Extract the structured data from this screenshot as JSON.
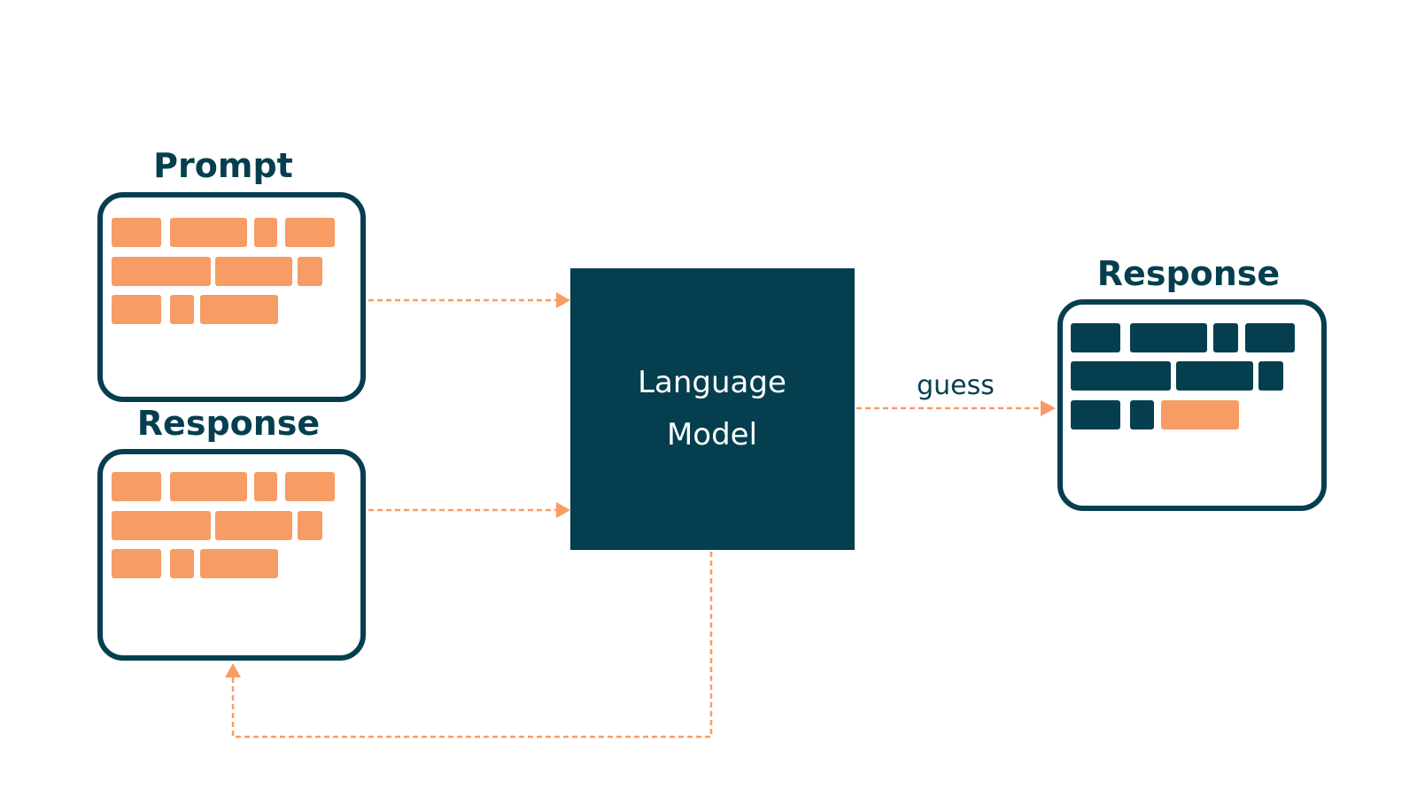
{
  "colors": {
    "dark": "#053f4f",
    "accent": "#f79c64",
    "background": "#ffffff"
  },
  "prompt": {
    "title": "Prompt"
  },
  "response_input": {
    "title": "Response"
  },
  "model": {
    "line1": "Language",
    "line2": "Model"
  },
  "edge_guess": {
    "label": "guess"
  },
  "response_output": {
    "title": "Response"
  }
}
